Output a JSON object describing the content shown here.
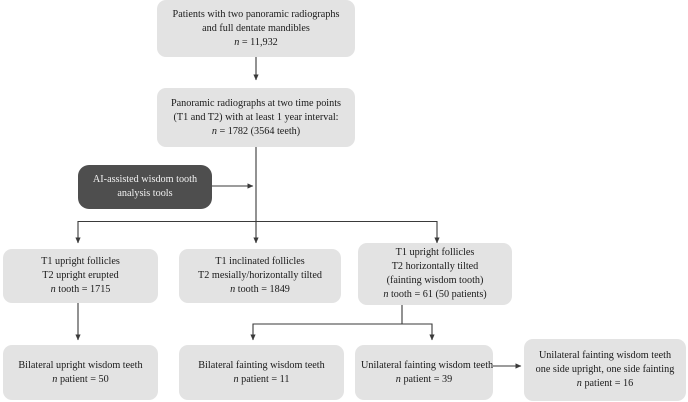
{
  "chart_data": {
    "type": "diagram",
    "title": "Study flowchart of wisdom tooth panoramic radiograph cohort",
    "layout": "top-down flowchart with four levels",
    "nodes": [
      {
        "id": "n1",
        "style": "light",
        "lines": [
          "Patients with two panoramic radiographs",
          "and full dentate mandibles",
          "n = 11,932"
        ],
        "value": 11932,
        "unit": "patients"
      },
      {
        "id": "n2",
        "style": "light",
        "lines": [
          "Panoramic radiographs at two time points",
          "(T1 and T2) with at least 1 year interval:",
          "n = 1782 (3564 teeth)"
        ],
        "value": 1782,
        "unit": "patients",
        "teeth": 3564
      },
      {
        "id": "n3",
        "style": "dark",
        "lines": [
          "AI-assisted wisdom tooth",
          "analysis tools"
        ]
      },
      {
        "id": "n4",
        "style": "light",
        "lines": [
          "T1 upright follicles",
          "T2 upright erupted",
          "n tooth = 1715"
        ],
        "value": 1715,
        "unit": "teeth"
      },
      {
        "id": "n5",
        "style": "light",
        "lines": [
          "T1 inclinated follicles",
          "T2 mesially/horizontally tilted",
          "n tooth = 1849"
        ],
        "value": 1849,
        "unit": "teeth"
      },
      {
        "id": "n6",
        "style": "light",
        "lines": [
          "T1 upright  follicles",
          "T2 horizontally tilted",
          "(fainting wisdom tooth)",
          "n tooth = 61 (50 patients)"
        ],
        "value": 61,
        "unit": "teeth",
        "patients": 50
      },
      {
        "id": "n7",
        "style": "light",
        "lines": [
          "Bilateral upright wisdom teeth",
          "n patient = 50"
        ],
        "value": 50,
        "unit": "patients"
      },
      {
        "id": "n8",
        "style": "light",
        "lines": [
          "Bilateral fainting wisdom teeth",
          "n patient = 11"
        ],
        "value": 11,
        "unit": "patients"
      },
      {
        "id": "n9",
        "style": "light",
        "lines": [
          "Unilateral fainting wisdom teeth",
          "n patient = 39"
        ],
        "value": 39,
        "unit": "patients"
      },
      {
        "id": "n10",
        "style": "light",
        "lines": [
          "Unilateral fainting wisdom teeth",
          "one side upright, one side fainting",
          "n patient = 16"
        ],
        "value": 16,
        "unit": "patients"
      }
    ],
    "edges": [
      {
        "from": "n1",
        "to": "n2",
        "type": "vertical-arrow"
      },
      {
        "from": "n3",
        "to": "n2-trunk",
        "type": "horizontal-arrow"
      },
      {
        "from": "n2",
        "to": "n4",
        "type": "bus-arrow"
      },
      {
        "from": "n2",
        "to": "n5",
        "type": "bus-arrow"
      },
      {
        "from": "n2",
        "to": "n6",
        "type": "bus-arrow"
      },
      {
        "from": "n4",
        "to": "n7",
        "type": "vertical-arrow"
      },
      {
        "from": "n6",
        "to": "n8",
        "type": "bus-arrow"
      },
      {
        "from": "n6",
        "to": "n9",
        "type": "bus-arrow"
      },
      {
        "from": "n9",
        "to": "n10",
        "type": "horizontal-arrow"
      }
    ],
    "colors": {
      "box_light": "#e3e3e3",
      "box_dark": "#4e4e4e",
      "text_dark": "#1a1a1a",
      "text_light": "#f2f2f2",
      "connector": "#3a3a3a",
      "background": "#ffffff"
    }
  },
  "boxes": {
    "n1": {
      "line1": "Patients with two panoramic radiographs",
      "line2": "and full dentate mandibles",
      "line3_italic": "n",
      "line3_rest": " = 11,932"
    },
    "n2": {
      "line1": "Panoramic radiographs at two time points",
      "line2": "(T1 and T2) with at least 1 year interval:",
      "line3_italic": "n",
      "line3_rest": " = 1782 (3564 teeth)"
    },
    "n3": {
      "line1": "AI-assisted wisdom tooth",
      "line2": "analysis tools"
    },
    "n4": {
      "line1": "T1 upright follicles",
      "line2": "T2 upright erupted",
      "line3_italic": "n",
      "line3_rest": " tooth = 1715"
    },
    "n5": {
      "line1": "T1 inclinated follicles",
      "line2": "T2 mesially/horizontally tilted",
      "line3_italic": "n",
      "line3_rest": " tooth = 1849"
    },
    "n6": {
      "line1": "T1 upright  follicles",
      "line2": "T2 horizontally tilted",
      "line3": "(fainting wisdom tooth)",
      "line4_italic": "n",
      "line4_rest": " tooth = 61 (50 patients)"
    },
    "n7": {
      "line1": "Bilateral upright wisdom teeth",
      "line2_italic": "n",
      "line2_rest": " patient = 50"
    },
    "n8": {
      "line1": "Bilateral fainting wisdom teeth",
      "line2_italic": "n",
      "line2_rest": " patient = 11"
    },
    "n9": {
      "line1": "Unilateral fainting wisdom teeth",
      "line2_italic": "n",
      "line2_rest": " patient = 39"
    },
    "n10": {
      "line1": "Unilateral fainting wisdom teeth",
      "line2": "one side upright, one side fainting",
      "line3_italic": "n",
      "line3_rest": " patient = 16"
    }
  }
}
